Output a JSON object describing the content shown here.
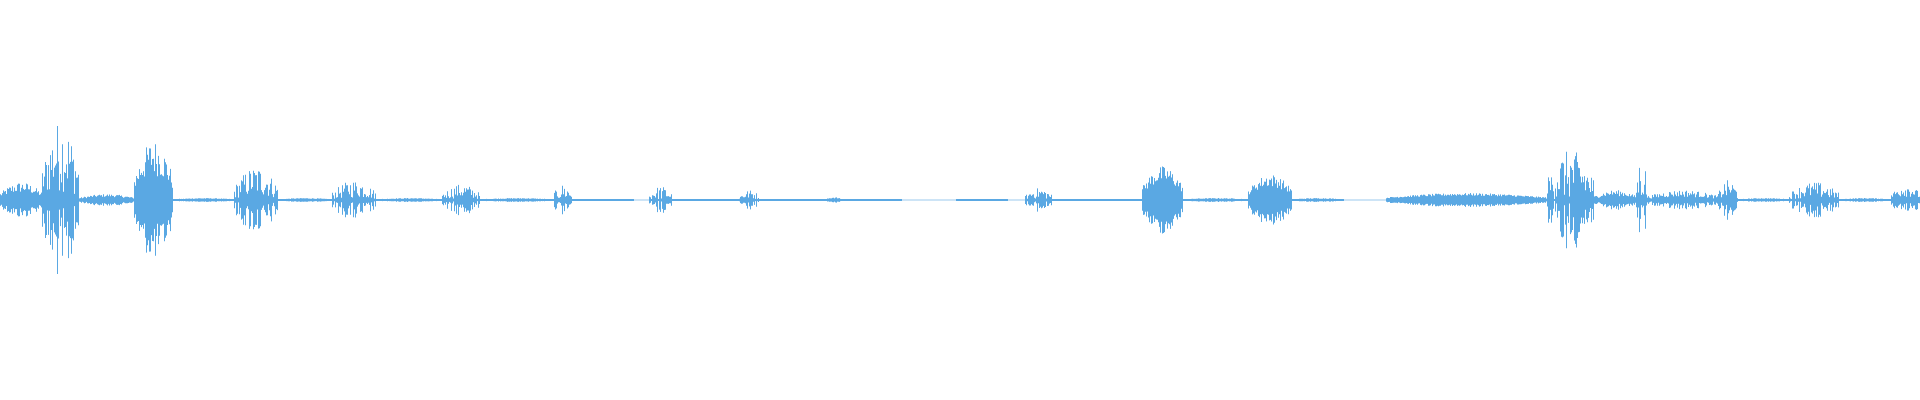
{
  "waveform": {
    "color": "#5aa8e3",
    "background": "#ffffff",
    "segments": [
      {
        "start": 0.0,
        "end": 0.022,
        "amp": 0.09,
        "jag": 0.6
      },
      {
        "start": 0.022,
        "end": 0.041,
        "amp": 0.4,
        "jag": 0.9
      },
      {
        "start": 0.041,
        "end": 0.07,
        "amp": 0.03,
        "jag": 0.5
      },
      {
        "start": 0.07,
        "end": 0.09,
        "amp": 0.3,
        "jag": 0.6
      },
      {
        "start": 0.09,
        "end": 0.122,
        "amp": 0.01,
        "jag": 0.4
      },
      {
        "start": 0.122,
        "end": 0.145,
        "amp": 0.17,
        "jag": 0.9
      },
      {
        "start": 0.145,
        "end": 0.173,
        "amp": 0.01,
        "jag": 0.4
      },
      {
        "start": 0.173,
        "end": 0.196,
        "amp": 0.1,
        "jag": 0.9
      },
      {
        "start": 0.196,
        "end": 0.23,
        "amp": 0.01,
        "jag": 0.4
      },
      {
        "start": 0.23,
        "end": 0.25,
        "amp": 0.08,
        "jag": 0.9
      },
      {
        "start": 0.25,
        "end": 0.288,
        "amp": 0.01,
        "jag": 0.4
      },
      {
        "start": 0.288,
        "end": 0.298,
        "amp": 0.08,
        "jag": 1.0
      },
      {
        "start": 0.298,
        "end": 0.33,
        "amp": 0.005,
        "jag": 0.3
      },
      {
        "start": 0.338,
        "end": 0.35,
        "amp": 0.07,
        "jag": 1.0
      },
      {
        "start": 0.35,
        "end": 0.385,
        "amp": 0.005,
        "jag": 0.3
      },
      {
        "start": 0.385,
        "end": 0.396,
        "amp": 0.05,
        "jag": 0.9
      },
      {
        "start": 0.396,
        "end": 0.43,
        "amp": 0.004,
        "jag": 0.3
      },
      {
        "start": 0.43,
        "end": 0.438,
        "amp": 0.015,
        "jag": 0.5
      },
      {
        "start": 0.438,
        "end": 0.47,
        "amp": 0.003,
        "jag": 0.3
      },
      {
        "start": 0.498,
        "end": 0.525,
        "amp": 0.003,
        "jag": 0.3
      },
      {
        "start": 0.534,
        "end": 0.548,
        "amp": 0.06,
        "jag": 0.9
      },
      {
        "start": 0.548,
        "end": 0.595,
        "amp": 0.005,
        "jag": 0.3
      },
      {
        "start": 0.595,
        "end": 0.616,
        "amp": 0.17,
        "jag": 0.5
      },
      {
        "start": 0.616,
        "end": 0.65,
        "amp": 0.01,
        "jag": 0.4
      },
      {
        "start": 0.65,
        "end": 0.673,
        "amp": 0.13,
        "jag": 0.5
      },
      {
        "start": 0.673,
        "end": 0.7,
        "amp": 0.01,
        "jag": 0.4
      },
      {
        "start": 0.722,
        "end": 0.805,
        "amp": 0.035,
        "jag": 0.4
      },
      {
        "start": 0.805,
        "end": 0.83,
        "amp": 0.25,
        "jag": 1.0
      },
      {
        "start": 0.83,
        "end": 0.852,
        "amp": 0.05,
        "jag": 0.6
      },
      {
        "start": 0.852,
        "end": 0.858,
        "amp": 0.23,
        "jag": 1.0
      },
      {
        "start": 0.858,
        "end": 0.895,
        "amp": 0.05,
        "jag": 0.7
      },
      {
        "start": 0.895,
        "end": 0.905,
        "amp": 0.1,
        "jag": 0.9
      },
      {
        "start": 0.905,
        "end": 0.932,
        "amp": 0.01,
        "jag": 0.4
      },
      {
        "start": 0.932,
        "end": 0.958,
        "amp": 0.09,
        "jag": 0.9
      },
      {
        "start": 0.958,
        "end": 0.985,
        "amp": 0.01,
        "jag": 0.4
      },
      {
        "start": 0.985,
        "end": 1.0,
        "amp": 0.08,
        "jag": 0.8
      }
    ]
  }
}
